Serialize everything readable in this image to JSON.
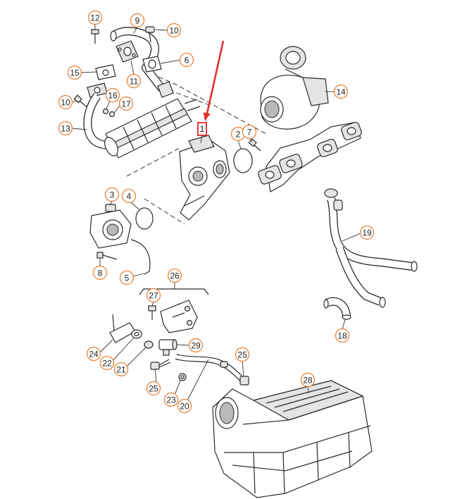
{
  "callouts": [
    "12",
    "9",
    "10",
    "6",
    "11",
    "15",
    "16",
    "17",
    "10",
    "13",
    "2",
    "7",
    "14",
    "3",
    "4",
    "19",
    "8",
    "5",
    "26",
    "27",
    "29",
    "24",
    "22",
    "21",
    "25",
    "25",
    "23",
    "20",
    "18",
    "28"
  ],
  "highlighted_part": "1",
  "colors": {
    "callout": "#e8833a",
    "highlight": "#e02424",
    "arrow": "#e53030",
    "line": "#2b2b2b"
  }
}
